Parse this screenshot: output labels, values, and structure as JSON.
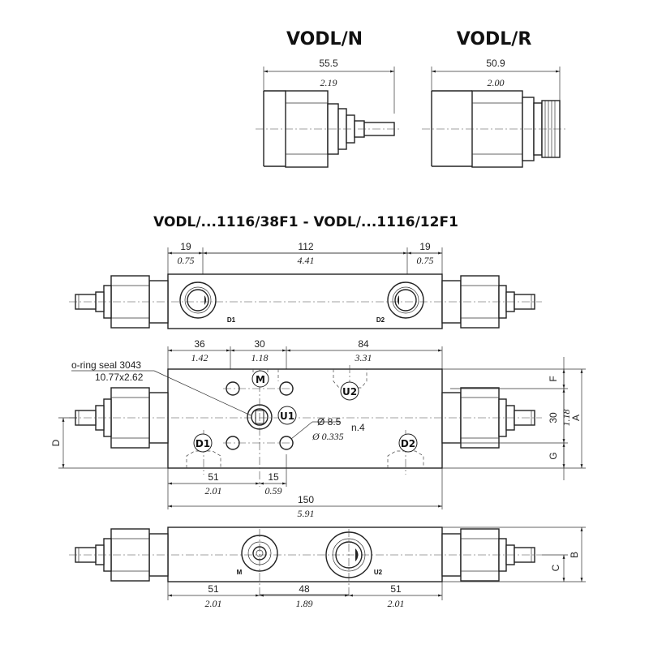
{
  "titles": {
    "vodl_n": "VODL/N",
    "vodl_r": "VODL/R",
    "main": "VODL/...1116/38F1 - VODL/...1116/12F1"
  },
  "top_views": {
    "n": {
      "mm": "55.5",
      "in": "2.19"
    },
    "r": {
      "mm": "50.9",
      "in": "2.00"
    }
  },
  "view1": {
    "dims": [
      {
        "mm": "19",
        "in": "0.75"
      },
      {
        "mm": "112",
        "in": "4.41"
      },
      {
        "mm": "19",
        "in": "0.75"
      }
    ],
    "ports": {
      "d1": "D1",
      "d2": "D2"
    }
  },
  "view2": {
    "top_dims": [
      {
        "mm": "36",
        "in": "1.42"
      },
      {
        "mm": "30",
        "in": "1.18"
      },
      {
        "mm": "84",
        "in": "3.31"
      }
    ],
    "bottom_dims": [
      {
        "mm": "51",
        "in": "2.01"
      },
      {
        "mm": "15",
        "in": "0.59"
      }
    ],
    "overall": {
      "mm": "150",
      "in": "5.91"
    },
    "oring": {
      "line1": "o-ring seal 3043",
      "line2": "10.77x2.62"
    },
    "holes": {
      "mm": "Ø 8.5",
      "in": "Ø 0.335",
      "count": "n.4"
    },
    "ports": {
      "m": "M",
      "u1": "U1",
      "u2": "U2",
      "d1": "D1",
      "d2": "D2"
    },
    "right_dims": {
      "f": "F",
      "a": "A",
      "g": "G",
      "mm": "30",
      "in": "1.18"
    },
    "left_dim": "D"
  },
  "view3": {
    "dims": [
      {
        "mm": "51",
        "in": "2.01"
      },
      {
        "mm": "48",
        "in": "1.89"
      },
      {
        "mm": "51",
        "in": "2.01"
      }
    ],
    "ports": {
      "m": "M",
      "u2": "U2"
    },
    "right_dims": {
      "c": "C",
      "b": "B"
    }
  }
}
